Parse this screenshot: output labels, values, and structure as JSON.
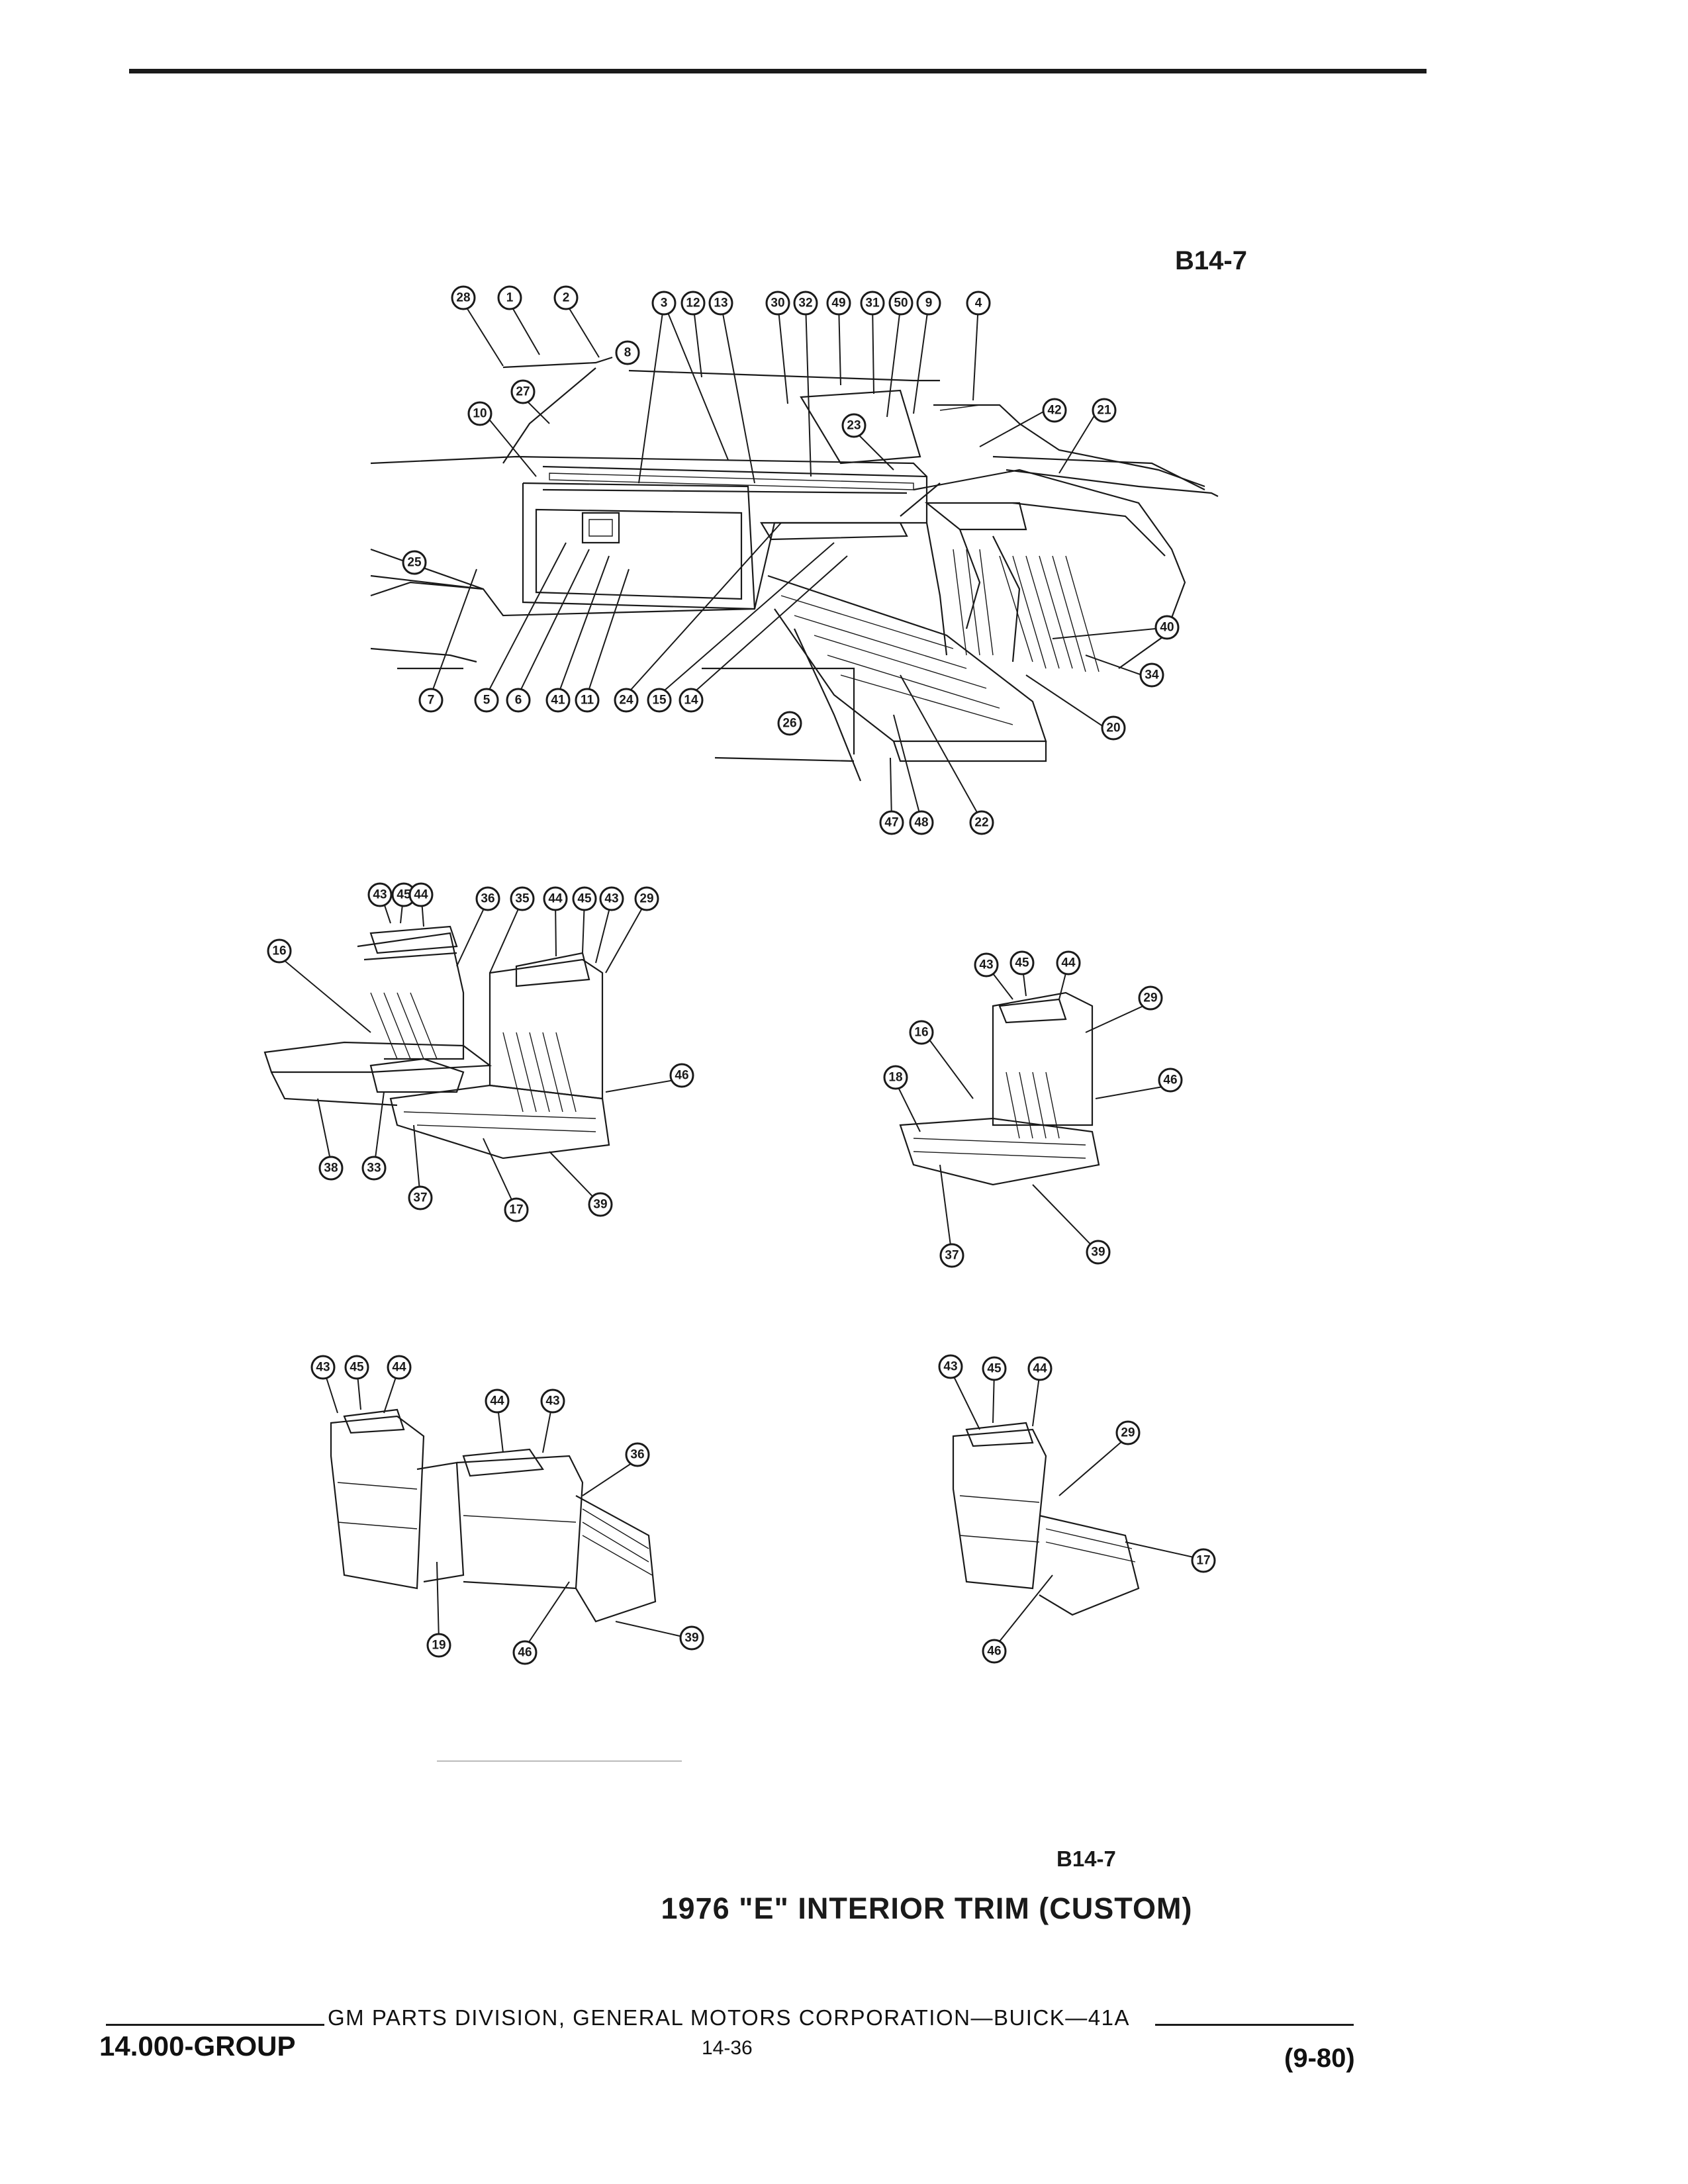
{
  "figure_code_top": "B14-7",
  "figure_code_bottom": "B14-7",
  "caption": "1976 \"E\" INTERIOR TRIM (CUSTOM)",
  "footer": {
    "group": "14.000-GROUP",
    "division": "GM PARTS DIVISION, GENERAL MOTORS CORPORATION—BUICK—41A",
    "page": "14-36",
    "date": "(9-80)"
  },
  "callouts": {
    "c28": "28",
    "c1": "1",
    "c2": "2",
    "c3": "3",
    "c12": "12",
    "c13": "13",
    "c30": "30",
    "c32": "32",
    "c49": "49",
    "c31": "31",
    "c50": "50",
    "c9": "9",
    "c4": "4",
    "c8": "8",
    "c27": "27",
    "c10": "10",
    "c42": "42",
    "c21": "21",
    "c23": "23",
    "c25": "25",
    "c40": "40",
    "c34": "34",
    "c20": "20",
    "c7": "7",
    "c5": "5",
    "c6": "6",
    "c41": "41",
    "c11": "11",
    "c24": "24",
    "c15": "15",
    "c14": "14",
    "c26": "26",
    "c47": "47",
    "c48": "48",
    "c22": "22",
    "b43": "43",
    "b45": "45",
    "b44": "44",
    "b36": "36",
    "b35": "35",
    "b44b": "44",
    "b45b": "45",
    "b43b": "43",
    "b29": "29",
    "b16": "16",
    "b46": "46",
    "b38": "38",
    "b33": "33",
    "b37": "37",
    "b17": "17",
    "b39": "39",
    "r43": "43",
    "r45": "45",
    "r44": "44",
    "r29": "29",
    "r16": "16",
    "r18": "18",
    "r46": "46",
    "r37": "37",
    "r39": "39",
    "d43": "43",
    "d45": "45",
    "d44": "44",
    "d44b": "44",
    "d43b": "43",
    "d36": "36",
    "d19": "19",
    "d46": "46",
    "d39": "39",
    "e43": "43",
    "e45": "45",
    "e44": "44",
    "e29": "29",
    "e17": "17",
    "e46": "46"
  }
}
